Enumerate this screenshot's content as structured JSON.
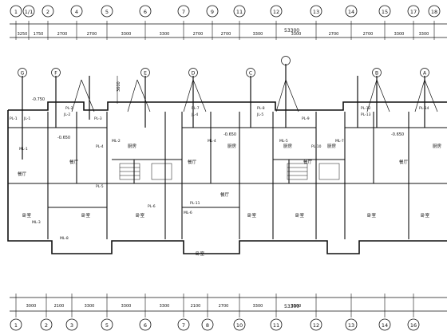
{
  "top_axes": [
    "1",
    "1/1",
    "2",
    "4",
    "5",
    "6",
    "7",
    "9",
    "11",
    "12",
    "13",
    "14",
    "15",
    "17",
    "18"
  ],
  "top_dims": [
    "3250",
    "1750",
    "2700",
    "2700",
    "3300",
    "3300",
    "2700",
    "2700",
    "3300",
    "3300",
    "2700",
    "2700",
    "3300",
    "3300"
  ],
  "top_total": "53300",
  "bottom_axes": [
    "1",
    "2",
    "3",
    "5",
    "6",
    "7",
    "8",
    "10",
    "11",
    "12",
    "13",
    "14",
    "16"
  ],
  "bottom_dims": [
    "3000",
    "2100",
    "3300",
    "3300",
    "3300",
    "2100",
    "2700",
    "3300",
    "3300"
  ],
  "bottom_total": "53300",
  "inner_axes": [
    "G",
    "F",
    "E",
    "D",
    "C",
    "B",
    "A"
  ],
  "elev_labels": [
    "-0.750",
    "-0.650",
    "-0.650",
    "-0.650"
  ],
  "dim_3600": "3600",
  "pl_tags": [
    "PL-1",
    "JL-1",
    "PL-2",
    "JL-2",
    "PL-3",
    "PL-4",
    "PL-5",
    "PL-6",
    "PL-7",
    "JL-4",
    "PL-8",
    "JL-5",
    "PL-9",
    "PL-10",
    "PL-11",
    "PL-12",
    "PL-13",
    "PL-14"
  ],
  "ml_tags": [
    "ML-1",
    "ML-2",
    "ML-3",
    "ML-4",
    "ML-5",
    "ML-6",
    "ML-7",
    "ML-8"
  ],
  "rooms": {
    "living": "餐厅",
    "bedroom": "卧室",
    "kitchen": "厨房"
  }
}
